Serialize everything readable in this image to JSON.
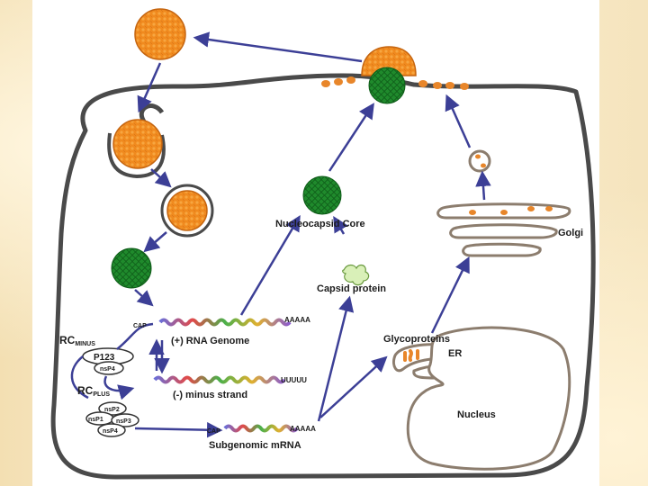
{
  "labels": {
    "nucleocapsid_core": "Nucleocapsid Core",
    "capsid_protein": "Capsid protein",
    "golgi": "Golgi",
    "glycoproteins": "Glycoproteins",
    "er": "ER",
    "nucleus": "Nucleus",
    "rc_minus_main": "RC",
    "rc_minus_sub": "MINUS",
    "rc_plus_main": "RC",
    "rc_plus_sub": "PLUS",
    "p123": "P123",
    "nsp4_a": "nsP4",
    "nsp2": "nsP2",
    "nsp1": "nsP1",
    "nsp3": "nsP3",
    "nsp4_b": "nsP4",
    "cap_genome": "CAP",
    "aaaaa_genome": "AAAAA",
    "uuuuu_minus": "UUUUU",
    "cap_subgenomic": "CAP",
    "aaaaa_subgenomic": "AAAAA",
    "plus_rna_genome": "(+) RNA Genome",
    "minus_strand": "(-) minus strand",
    "subgenomic_mrna": "Subgenomic mRNA"
  },
  "colors": {
    "virion_orange": "#f08a1e",
    "core_green": "#1f8a2c",
    "arrow_blue": "#3c3f96",
    "membrane": "#4a4a4a",
    "organelle": "#8c7d6e"
  }
}
